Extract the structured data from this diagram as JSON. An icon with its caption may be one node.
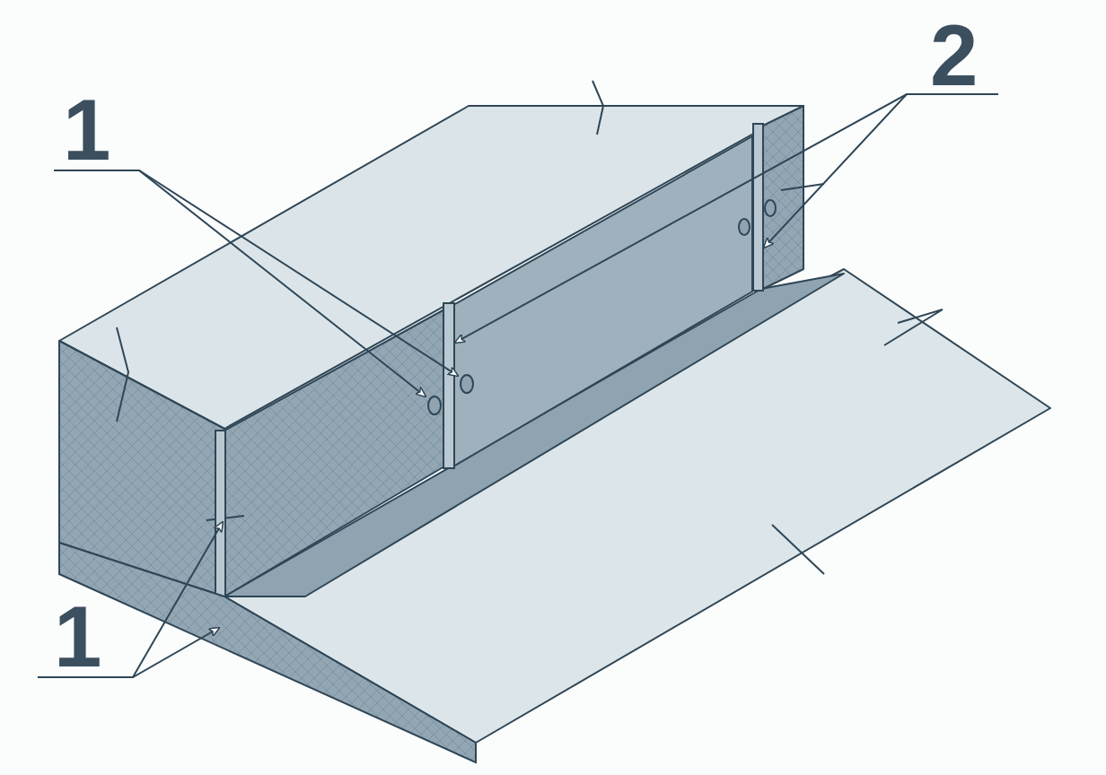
{
  "diagram": {
    "nodes": [
      {
        "text": [
          "1"
        ]
      },
      {
        "text": [
          "2"
        ]
      },
      {
        "text": [
          "1"
        ]
      },
      {
        "text": [],
        "shape": "circle"
      },
      {
        "text": [],
        "shape": "circle"
      },
      {
        "text": [],
        "shape": "bar"
      },
      {
        "text": [],
        "shape": "bar"
      },
      {
        "text": [],
        "shape": "bar"
      },
      {
        "text": [],
        "shape": "box"
      }
    ],
    "edges": [
      {
        "from": 0,
        "to": 3,
        "arrow": "to"
      },
      {
        "from": 0,
        "to": 4,
        "arrow": "to"
      },
      {
        "from": 1,
        "to": 5,
        "arrow": "to"
      },
      {
        "from": 1,
        "to": 6,
        "arrow": "to"
      },
      {
        "from": 2,
        "to": 7,
        "arrow": "to"
      },
      {
        "from": 2,
        "to": 8,
        "arrow": "to"
      }
    ]
  }
}
